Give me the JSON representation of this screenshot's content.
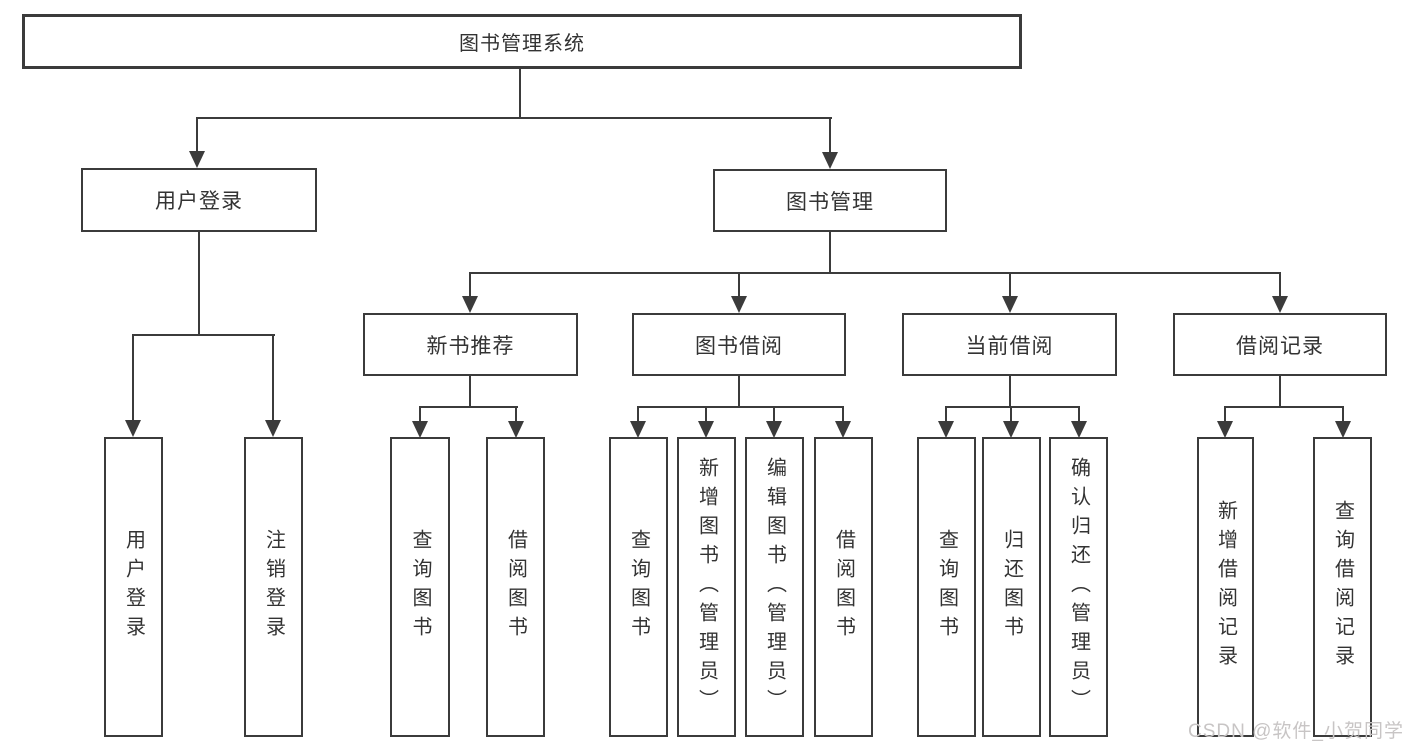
{
  "diagram": {
    "type": "hierarchy-tree",
    "colors": {
      "line": "#3b3b3b",
      "text": "#333333",
      "background": "#ffffff",
      "watermark_text_color": "#c8c5c5"
    },
    "tree": {
      "label": "图书管理系统",
      "children": [
        {
          "label": "用户登录",
          "children": [
            {
              "label": "用户登录"
            },
            {
              "label": "注销登录"
            }
          ]
        },
        {
          "label": "图书管理",
          "children": [
            {
              "label": "新书推荐",
              "children": [
                {
                  "label": "查询图书"
                },
                {
                  "label": "借阅图书"
                }
              ]
            },
            {
              "label": "图书借阅",
              "children": [
                {
                  "label": "查询图书"
                },
                {
                  "label": "新增图书（管理员）"
                },
                {
                  "label": "编辑图书（管理员）"
                },
                {
                  "label": "借阅图书"
                }
              ]
            },
            {
              "label": "当前借阅",
              "children": [
                {
                  "label": "查询图书"
                },
                {
                  "label": "归还图书"
                },
                {
                  "label": "确认归还（管理员）"
                }
              ]
            },
            {
              "label": "借阅记录",
              "children": [
                {
                  "label": "新增借阅记录"
                },
                {
                  "label": "查询借阅记录"
                }
              ]
            }
          ]
        }
      ]
    },
    "watermark": {
      "text": "CSDN @软件_小贺同学"
    }
  }
}
